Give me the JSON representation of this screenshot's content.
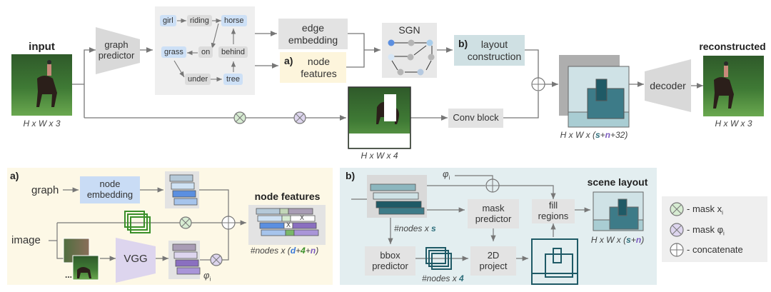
{
  "figure": {
    "top": {
      "input_title": "input",
      "input_dims": "H x W x 3",
      "graph_predictor": [
        "graph",
        "predictor"
      ],
      "scene_graph": {
        "objects": [
          "girl",
          "horse",
          "grass",
          "tree"
        ],
        "relations": [
          "riding",
          "on",
          "behind",
          "under"
        ],
        "edges": [
          [
            "girl",
            "riding"
          ],
          [
            "riding",
            "horse"
          ],
          [
            "horse",
            "on"
          ],
          [
            "on",
            "grass"
          ],
          [
            "grass",
            "under"
          ],
          [
            "under",
            "tree"
          ],
          [
            "tree",
            "behind"
          ],
          [
            "behind",
            "horse"
          ]
        ]
      },
      "edge_embedding": [
        "edge",
        "embedding"
      ],
      "node_features": {
        "tag": "a)",
        "lines": [
          "node",
          "features"
        ]
      },
      "sgn_label": "SGN",
      "layout_construction": {
        "tag": "b)",
        "lines": [
          "layout",
          "construction"
        ]
      },
      "masked_dims": "H x W x 4",
      "conv_block": "Conv block",
      "combined_dims": {
        "prefix": "H x W x (",
        "s": "s",
        "plus1": "+",
        "n": "n",
        "suffix": "+32)"
      },
      "decoder": "decoder",
      "output_title": "reconstructed",
      "output_dims": "H x W x 3"
    },
    "panel_a": {
      "tag": "a)",
      "graph": "graph",
      "node_embedding": [
        "node",
        "embedding"
      ],
      "image": "image",
      "vgg": "VGG",
      "phi": "φ",
      "phi_sub": "i",
      "ellipsis": "...",
      "node_features_title": "node features",
      "matrix_cells": [
        "X",
        "X"
      ],
      "dims": {
        "prefix": "#nodes x (",
        "d": "d",
        "p1": "+",
        "four": "4",
        "p2": "+",
        "n": "n",
        "suffix": ")"
      }
    },
    "panel_b": {
      "tag": "b)",
      "phi": "φ",
      "phi_sub": "i",
      "nodes_s": {
        "prefix": "#nodes x ",
        "s": "s"
      },
      "mask_predictor": [
        "mask",
        "predictor"
      ],
      "fill_regions": [
        "fill",
        "regions"
      ],
      "bbox_predictor": [
        "bbox",
        "predictor"
      ],
      "nodes_4": {
        "prefix": "#nodes x ",
        "four": "4"
      },
      "project_2d": [
        "2D",
        "project"
      ],
      "scene_layout_title": "scene layout",
      "layout_dims": {
        "prefix": "H x W x (",
        "s": "s",
        "plus": "+",
        "n": "n",
        "suffix": ")"
      }
    },
    "legend": {
      "items": [
        {
          "symbol": "mask-x",
          "text": "- mask x",
          "sub": "i",
          "fill": "#d7ecd2"
        },
        {
          "symbol": "mask-phi",
          "text": "- mask φ",
          "sub": "i",
          "fill": "#ddd5ee"
        },
        {
          "symbol": "concat",
          "text": "- concatenate",
          "sub": "",
          "fill": "#ffffff"
        }
      ]
    },
    "colors": {
      "arrow": "#777777",
      "panel_a_bg": "#fdf8e6",
      "panel_b_bg": "#e3eef0",
      "teal_dark": "#1f5a66",
      "teal_mid": "#3d7b88",
      "teal_light": "#cfe2e6",
      "green_mask": "#3a8f2a"
    }
  }
}
